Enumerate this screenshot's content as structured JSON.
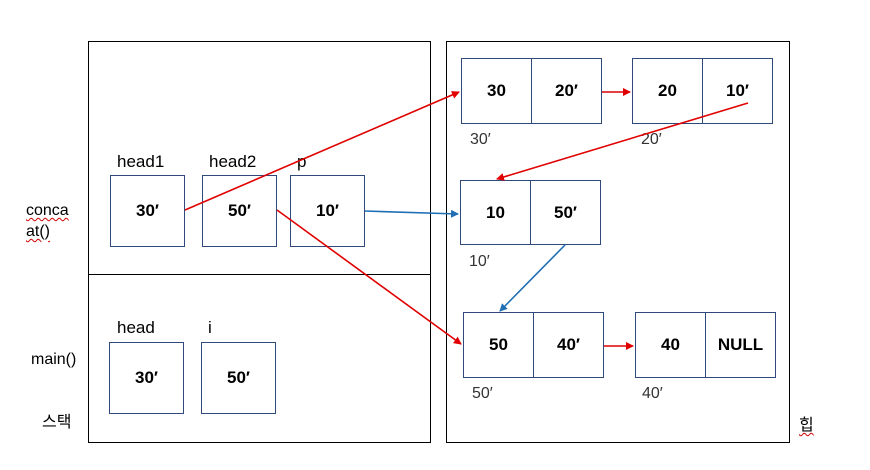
{
  "frames": {
    "concat": {
      "label_line1": "conca",
      "label_line2": "at()"
    },
    "main": {
      "label": "main()"
    },
    "stack_label": "스택",
    "heap_label": "힙"
  },
  "concat_vars": [
    {
      "name": "head1",
      "value": "30′"
    },
    {
      "name": "head2",
      "value": "50′"
    },
    {
      "name": "p",
      "value": "10′"
    }
  ],
  "main_vars": [
    {
      "name": "head",
      "value": "30′"
    },
    {
      "name": "i",
      "value": "50′"
    }
  ],
  "heap_nodes": [
    {
      "data": "30",
      "next": "20′",
      "address": "30′"
    },
    {
      "data": "20",
      "next": "10′",
      "address": "20′"
    },
    {
      "data": "10",
      "next": "50′",
      "address": "10′"
    },
    {
      "data": "50",
      "next": "40′",
      "address": "50′"
    },
    {
      "data": "40",
      "next": "NULL",
      "address": "40′"
    }
  ],
  "colors": {
    "pointer_red": "#e00000",
    "pointer_blue": "#1f6fb5",
    "box_border": "#2f4a7a"
  }
}
